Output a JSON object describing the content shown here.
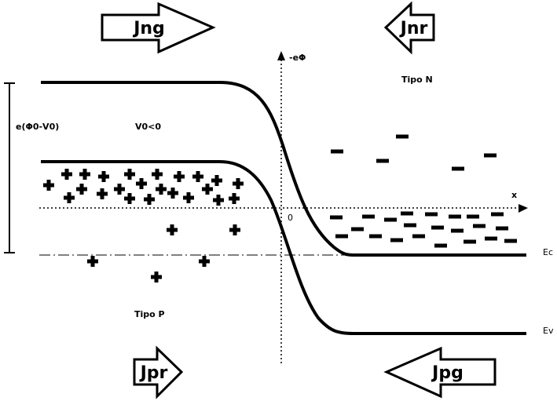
{
  "arrows": {
    "top_left": "Jng",
    "top_right": "Jnr",
    "bottom_left": "Jpr",
    "bottom_right": "Jpg"
  },
  "axes": {
    "y_label": "-eΦ",
    "x_label": "x",
    "origin_label": "0"
  },
  "labels": {
    "barrier": "e(Φ0-V0)",
    "bias": "V0<0",
    "n_side": "Tipo N",
    "p_side": "Tipo P",
    "ec": "Ec",
    "ev": "Ev"
  },
  "carriers": {
    "holes_symbol": "plus",
    "electrons_symbol": "minus"
  }
}
